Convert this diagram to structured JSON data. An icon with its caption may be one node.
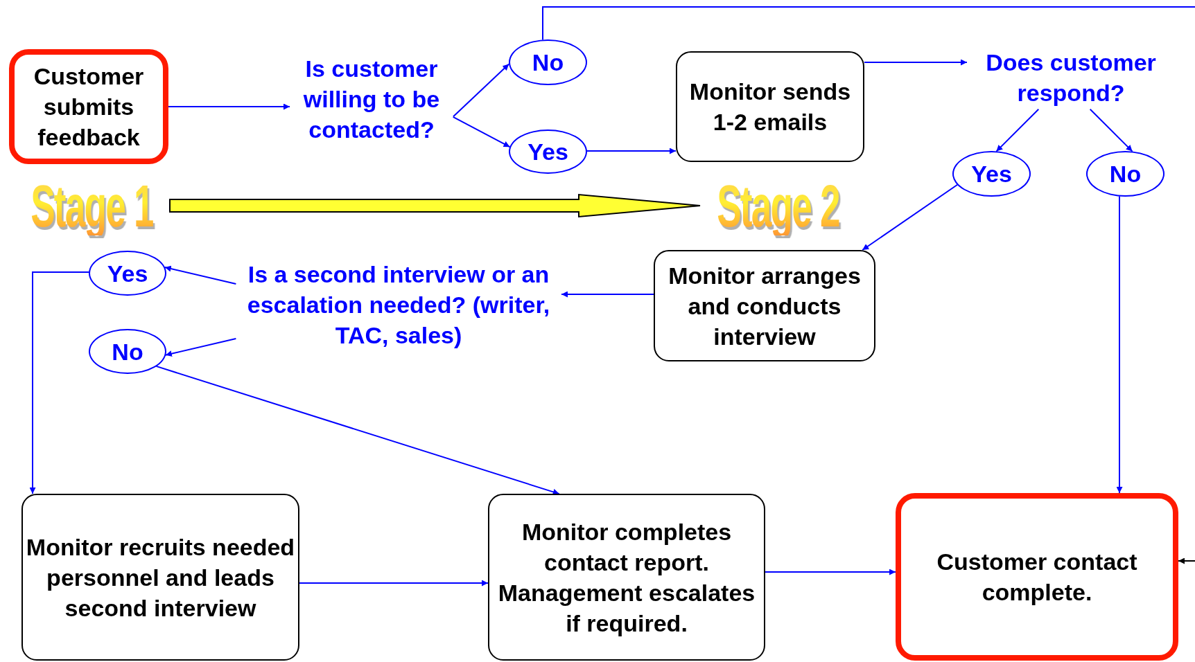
{
  "diagram": {
    "nodes": [
      {
        "text": [
          "Customer submits feedback"
        ]
      },
      {
        "text": [
          "Stage 1"
        ]
      },
      {
        "text": [
          "Is customer willing to be contacted?"
        ]
      },
      {
        "text": [
          "No"
        ]
      },
      {
        "text": [
          "Yes"
        ]
      },
      {
        "text": [
          "Monitor sends 1-2 emails"
        ]
      },
      {
        "text": [
          "Stage 2"
        ]
      },
      {
        "text": [
          "Does customer respond?"
        ]
      },
      {
        "text": [
          "Yes"
        ]
      },
      {
        "text": [
          "No"
        ]
      },
      {
        "text": [
          "Monitor arranges and conducts interview"
        ]
      },
      {
        "text": [
          "Is a second interview or an escalation needed? (writer, TAC, sales)"
        ]
      },
      {
        "text": [
          "Yes"
        ]
      },
      {
        "text": [
          "No"
        ]
      },
      {
        "text": [
          "Monitor recruits needed personnel and leads second interview"
        ]
      },
      {
        "text": [
          "Monitor completes contact report. Management escalates if required."
        ]
      },
      {
        "text": [
          "Customer contact complete."
        ]
      }
    ],
    "edges": [
      {
        "from": 0,
        "to": 2,
        "arrow": "to"
      },
      {
        "from": 2,
        "to": 3,
        "arrow": "to"
      },
      {
        "from": 2,
        "to": 4,
        "arrow": "to"
      },
      {
        "from": 4,
        "to": 5,
        "arrow": "to"
      },
      {
        "from": 3,
        "to": null,
        "arrow": "none"
      },
      {
        "from": 5,
        "to": 7,
        "arrow": "to"
      },
      {
        "from": 7,
        "to": 8,
        "arrow": "to"
      },
      {
        "from": 7,
        "to": 9,
        "arrow": "to"
      },
      {
        "from": 8,
        "to": 10,
        "arrow": "to"
      },
      {
        "from": 9,
        "to": 16,
        "arrow": "to"
      },
      {
        "from": 10,
        "to": 11,
        "arrow": "to"
      },
      {
        "from": 11,
        "to": 12,
        "arrow": "to"
      },
      {
        "from": 11,
        "to": 13,
        "arrow": "to"
      },
      {
        "from": 12,
        "to": 14,
        "arrow": "to"
      },
      {
        "from": 13,
        "to": 15,
        "arrow": "to"
      },
      {
        "from": 14,
        "to": 15,
        "arrow": "to"
      },
      {
        "from": 15,
        "to": 16,
        "arrow": "to"
      },
      {
        "from": null,
        "to": 16,
        "arrow": "to",
        "color": "#000000"
      },
      {
        "from": 1,
        "to": 6,
        "arrow": "to",
        "style": "thick",
        "color": "#ffff33"
      }
    ]
  }
}
